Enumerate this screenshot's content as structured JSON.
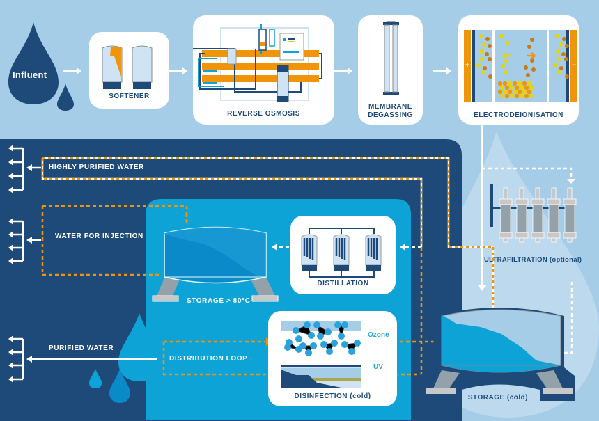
{
  "title": "Water purification process diagram",
  "colors": {
    "background": "#a5cde7",
    "dark_panel": "#1e4a7a",
    "mid_panel": "#0ea3d6",
    "accent_orange": "#f0940a",
    "card": "#ffffff",
    "label": "#1e4a7a"
  },
  "influent": {
    "label": "Influent"
  },
  "pretreatment": [
    {
      "id": "softener",
      "label": "SOFTENER"
    },
    {
      "id": "reverse-osmosis",
      "label": "REVERSE OSMOSIS"
    },
    {
      "id": "membrane-degassing",
      "label_line1": "MEMBRANE",
      "label_line2": "DEGASSING"
    },
    {
      "id": "electrodeionisation",
      "label": "ELECTRODEIONISATION",
      "plus": "+",
      "minus": "−"
    }
  ],
  "ultrafiltration": {
    "label": "ULTRAFILTRATION (optional)"
  },
  "outputs": {
    "highly_purified": "HIGHLY PURIFIED WATER",
    "water_for_injection": "WATER FOR INJECTION",
    "purified": "PURIFIED WATER"
  },
  "hot_section": {
    "distillation": "DISTILLATION",
    "storage_hot": "STORAGE > 80°C"
  },
  "cold_section": {
    "distribution_loop": "DISTRIBUTION LOOP",
    "disinfection": "DISINFECTION (cold)",
    "ozone": "Ozone",
    "uv": "UV",
    "storage_cold": "STORAGE (cold)"
  }
}
